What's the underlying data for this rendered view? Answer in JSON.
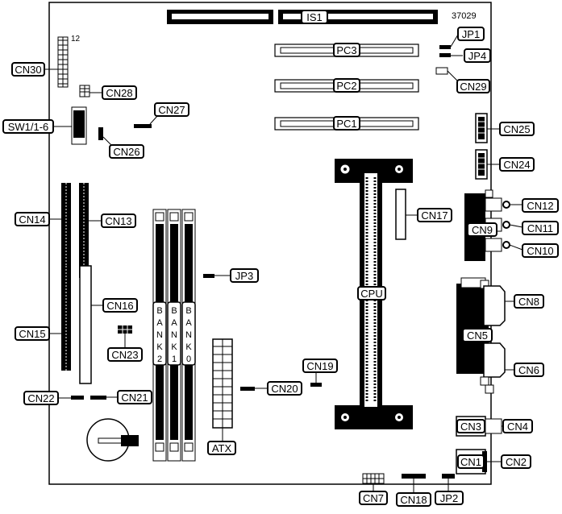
{
  "figure_ref": "37029",
  "pin_marker": "12",
  "labels": {
    "is1": "IS1",
    "pc3": "PC3",
    "pc2": "PC2",
    "pc1": "PC1",
    "jp1": "JP1",
    "jp4": "JP4",
    "jp3": "JP3",
    "jp2": "JP2",
    "cn29": "CN29",
    "cn30": "CN30",
    "cn28": "CN28",
    "cn27": "CN27",
    "sw1": "SW1/1-6",
    "cn26": "CN26",
    "cn25": "CN25",
    "cn24": "CN24",
    "cn12": "CN12",
    "cn9": "CN9",
    "cn11": "CN11",
    "cn10": "CN10",
    "cn17": "CN17",
    "cn14": "CN14",
    "cn13": "CN13",
    "cpu": "CPU",
    "cn8": "CN8",
    "cn5": "CN5",
    "cn6": "CN6",
    "cn16": "CN16",
    "cn15": "CN15",
    "cn23": "CN23",
    "cn19": "CN19",
    "cn20": "CN20",
    "cn22": "CN22",
    "cn21": "CN21",
    "cn3": "CN3",
    "cn4": "CN4",
    "cn1": "CN1",
    "cn2": "CN2",
    "atx": "ATX",
    "cn7": "CN7",
    "cn18": "CN18"
  },
  "banks": {
    "bank2": [
      "B",
      "A",
      "N",
      "K",
      "2"
    ],
    "bank1": [
      "B",
      "A",
      "N",
      "K",
      "1"
    ],
    "bank0": [
      "B",
      "A",
      "N",
      "K",
      "0"
    ]
  }
}
